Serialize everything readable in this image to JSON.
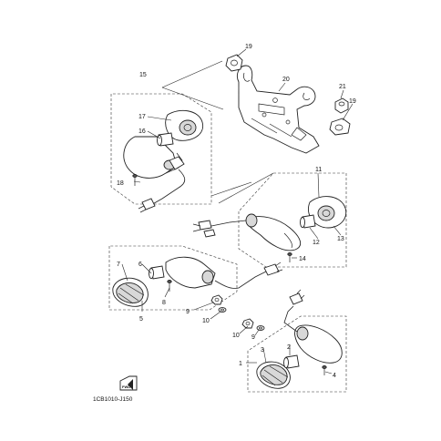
{
  "callouts": {
    "c1": "1",
    "c2": "2",
    "c3": "3",
    "c4": "4",
    "c5": "5",
    "c6": "6",
    "c7": "7",
    "c8": "8",
    "c9a": "9",
    "c9b": "9",
    "c10a": "10",
    "c10b": "10",
    "c11": "11",
    "c12": "12",
    "c13": "13",
    "c14": "14",
    "c15": "15",
    "c16": "16",
    "c17": "17",
    "c18": "18",
    "c19a": "19",
    "c19b": "19",
    "c20": "20",
    "c21": "21"
  },
  "diagram_code": "1CB1010-J150",
  "fwd_label": "FWD",
  "colors": {
    "line": "#222222",
    "lens": "#d8d8d8",
    "background": "#ffffff"
  }
}
